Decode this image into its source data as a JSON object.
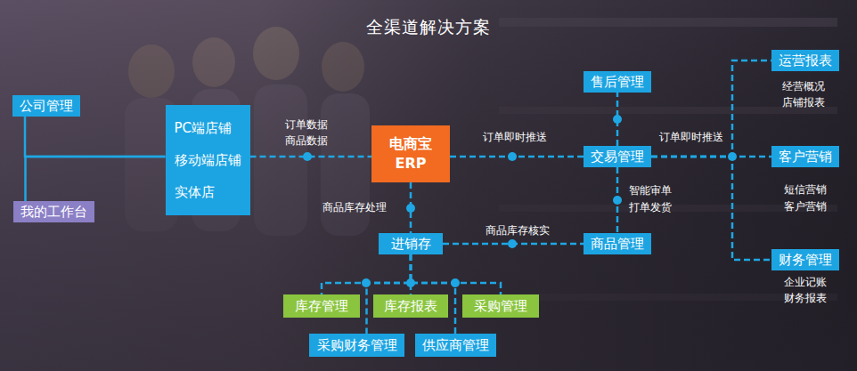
{
  "diagram": {
    "title": "全渠道解决方案",
    "nodes": [
      {
        "text": [
          "公司管理"
        ]
      },
      {
        "text": [
          "我的工作台"
        ]
      },
      {
        "text": [
          "PC端店铺",
          "移动端店铺",
          "实体店"
        ]
      },
      {
        "text": [
          "电商宝 ERP"
        ]
      },
      {
        "text": [
          "售后管理"
        ]
      },
      {
        "text": [
          "交易管理"
        ]
      },
      {
        "text": [
          "运营报表"
        ]
      },
      {
        "text": [
          "客户营销"
        ]
      },
      {
        "text": [
          "财务管理"
        ]
      },
      {
        "text": [
          "进销存"
        ]
      },
      {
        "text": [
          "商品管理"
        ]
      },
      {
        "text": [
          "库存管理"
        ]
      },
      {
        "text": [
          "库存报表"
        ]
      },
      {
        "text": [
          "采购管理"
        ]
      },
      {
        "text": [
          "采购财务管理"
        ]
      },
      {
        "text": [
          "供应商管理"
        ]
      }
    ],
    "edges": [
      {
        "from": 0,
        "to": 2,
        "arrow": "none"
      },
      {
        "from": 1,
        "to": 2,
        "arrow": "none"
      },
      {
        "from": 2,
        "to": 3,
        "arrow": "none"
      },
      {
        "from": 3,
        "to": 5,
        "arrow": "none"
      },
      {
        "from": 5,
        "to": 4,
        "arrow": "none"
      },
      {
        "from": 5,
        "to": 10,
        "arrow": "none"
      },
      {
        "from": 5,
        "to": 6,
        "arrow": "none"
      },
      {
        "from": 5,
        "to": 7,
        "arrow": "none"
      },
      {
        "from": 5,
        "to": 8,
        "arrow": "none"
      },
      {
        "from": 3,
        "to": 9,
        "arrow": "none"
      },
      {
        "from": 9,
        "to": 10,
        "arrow": "none"
      },
      {
        "from": 9,
        "to": 11,
        "arrow": "none"
      },
      {
        "from": 9,
        "to": 12,
        "arrow": "none"
      },
      {
        "from": 9,
        "to": 13,
        "arrow": "none"
      },
      {
        "from": 9,
        "to": 14,
        "arrow": "none"
      },
      {
        "from": 9,
        "to": 15,
        "arrow": "none"
      }
    ],
    "labels": [
      "订单数据",
      "商品数据",
      "订单即时推送",
      "订单即时推送",
      "商品库存处理",
      "商品库存核实",
      "智能审单",
      "打单发货",
      "经营概况",
      "店铺报表",
      "短信营销",
      "客户营销",
      "企业记账",
      "财务报表"
    ]
  }
}
